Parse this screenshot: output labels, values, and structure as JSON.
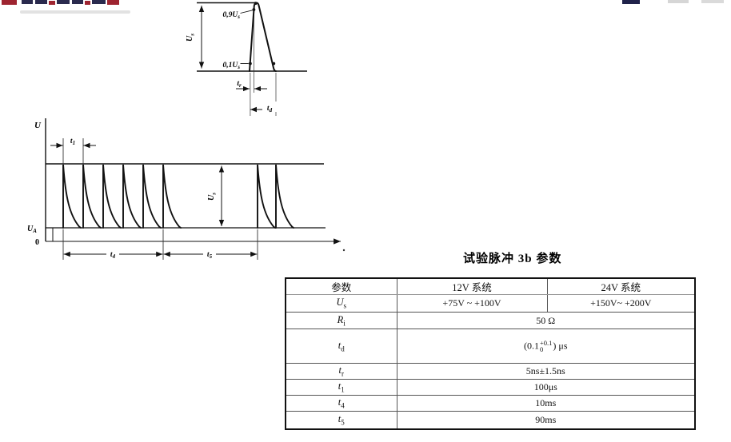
{
  "artifacts": {
    "logo_red": "#9e2430",
    "logo_navy": "#2a2a4e",
    "streak_gray": "#e2e2e2",
    "topright_navy": "#20224a",
    "topright_gray": "#d6d6d6"
  },
  "figure_detail": {
    "label_09_base": "0,9U",
    "label_09_sub": "s",
    "label_us_base": "U",
    "label_us_sub": "s",
    "label_01_base": "0,1U",
    "label_01_sub": "s",
    "label_tr_base": "t",
    "label_tr_sub": "r",
    "label_td_base": "t",
    "label_td_sub": "d"
  },
  "figure_main": {
    "label_u": "U",
    "label_t1_base": "t",
    "label_t1_sub": "1",
    "label_us_base": "U",
    "label_us_sub": "s",
    "label_ua_base": "U",
    "label_ua_sub": "A",
    "label_zero": "0",
    "label_t4_base": "t",
    "label_t4_sub": "4",
    "label_t5_base": "t",
    "label_t5_sub": "5"
  },
  "table": {
    "title": "试验脉冲 3b 参数",
    "headers": [
      "参数",
      "12V 系统",
      "24V 系统"
    ],
    "rows": {
      "us": {
        "base": "U",
        "sub": "s",
        "v12": "+75V ~ +100V",
        "v24": "+150V~ +200V"
      },
      "ri": {
        "base": "R",
        "sub": "i",
        "value": "50 Ω"
      },
      "td": {
        "base": "t",
        "sub": "d",
        "pre": "(0.1",
        "tol_top": "+0.1",
        "tol_bot": "0",
        "post": ") μs"
      },
      "tr": {
        "base": "t",
        "sub": "r",
        "value": "5ns±1.5ns"
      },
      "t1": {
        "base": "t",
        "sub": "1",
        "value": "100μs"
      },
      "t4": {
        "base": "t",
        "sub": "4",
        "value": "10ms"
      },
      "t5": {
        "base": "t",
        "sub": "5",
        "value": "90ms"
      }
    }
  }
}
